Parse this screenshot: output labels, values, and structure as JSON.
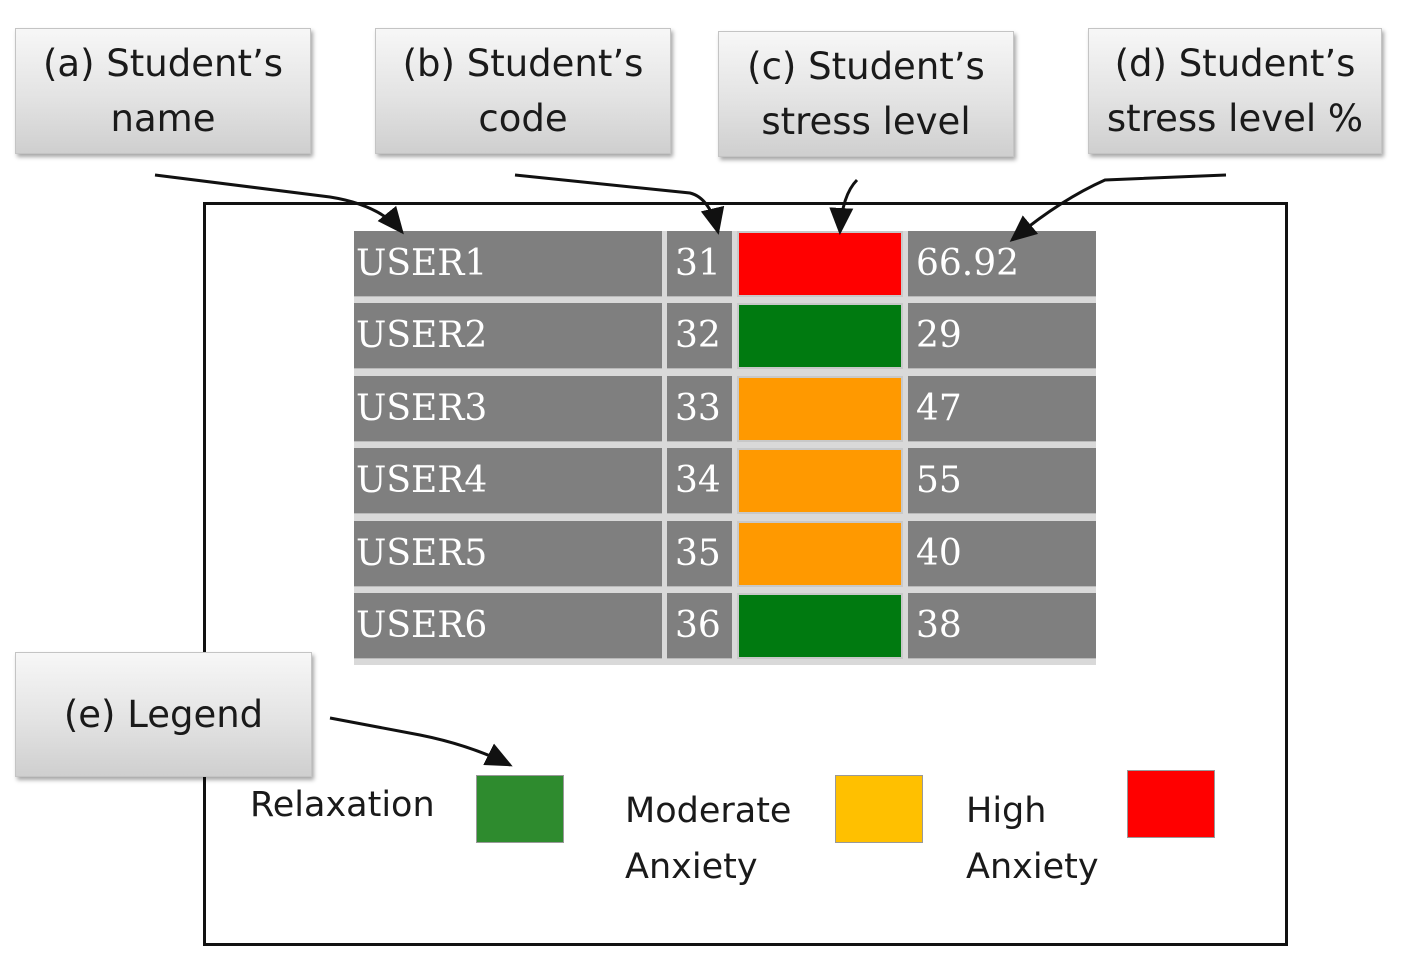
{
  "callouts": {
    "name": "(a) Student’s\nname",
    "code": "(b) Student’s\ncode",
    "stress_level": "(c) Student’s\nstress level",
    "stress_percent": "(d) Student’s\nstress level %",
    "legend": "(e) Legend"
  },
  "table": {
    "rows": [
      {
        "name": "USER1",
        "code": "31",
        "level": "high",
        "percent": "66.92"
      },
      {
        "name": "USER2",
        "code": "32",
        "level": "relaxation",
        "percent": "29"
      },
      {
        "name": "USER3",
        "code": "33",
        "level": "moderate",
        "percent": "47"
      },
      {
        "name": "USER4",
        "code": "34",
        "level": "moderate",
        "percent": "55"
      },
      {
        "name": "USER5",
        "code": "35",
        "level": "moderate",
        "percent": "40"
      },
      {
        "name": "USER6",
        "code": "36",
        "level": "relaxation",
        "percent": "38"
      }
    ]
  },
  "colors": {
    "high": "#ff0000",
    "moderate": "#ff9900",
    "relaxation": "#007a10",
    "legend_relaxation": "#2e8b2e",
    "legend_moderate": "#ffc000",
    "legend_high": "#ff0000"
  },
  "legend": {
    "relaxation": "Relaxation",
    "moderate": "Moderate\nAnxiety",
    "high": "High\nAnxiety"
  }
}
